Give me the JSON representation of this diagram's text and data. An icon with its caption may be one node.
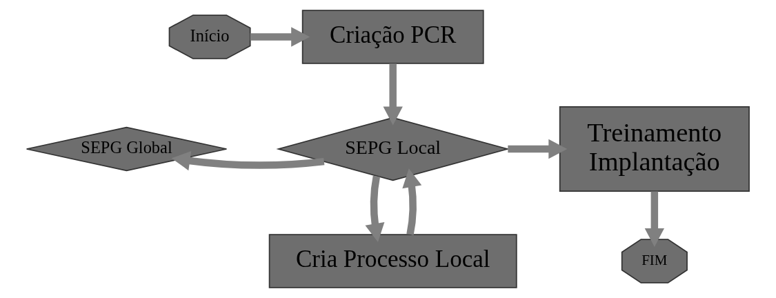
{
  "diagram": {
    "nodes": [
      {
        "text": [
          "Início"
        ]
      },
      {
        "text": [
          "Criação PCR"
        ]
      },
      {
        "text": [
          "SEPG Global"
        ]
      },
      {
        "text": [
          "SEPG Local"
        ]
      },
      {
        "text": [
          "Treinamento Implantação"
        ]
      },
      {
        "text": [
          "Cria Processo Local"
        ]
      },
      {
        "text": [
          "FIM"
        ]
      }
    ],
    "edges": [
      {
        "from": 0,
        "to": 1,
        "arrow": "to"
      },
      {
        "from": 1,
        "to": 3,
        "arrow": "to"
      },
      {
        "from": 3,
        "to": 2,
        "arrow": "to"
      },
      {
        "from": 3,
        "to": 4,
        "arrow": "to"
      },
      {
        "from": 3,
        "to": 5,
        "arrow": "to"
      },
      {
        "from": 5,
        "to": 3,
        "arrow": "to"
      },
      {
        "from": 4,
        "to": 6,
        "arrow": "to"
      }
    ]
  }
}
